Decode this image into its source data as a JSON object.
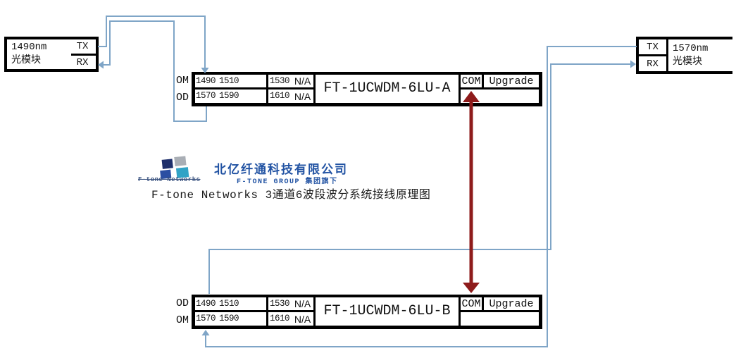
{
  "caption": "F-tone Networks 3通道6波段波分系统接线原理图",
  "logo": {
    "company": "北亿纤通科技有限公司",
    "group_line": "F-TONE GROUP 集团旗下",
    "brand": "F-tone Networks"
  },
  "modules": {
    "left": {
      "wavelength": "1490nm",
      "type": "光模块",
      "tx": "TX",
      "rx": "RX"
    },
    "right": {
      "wavelength": "1570nm",
      "type": "光模块",
      "tx": "TX",
      "rx": "RX"
    }
  },
  "devices": [
    {
      "name": "FT-1UCWDM-6LU-A",
      "row_labels": [
        "OM",
        "OD"
      ],
      "row1": [
        "1490",
        "1510",
        "",
        "1530",
        "N/A"
      ],
      "row2": [
        "1570",
        "1590",
        "",
        "1610",
        "N/A"
      ],
      "com": "COM",
      "upgrade": "Upgrade"
    },
    {
      "name": "FT-1UCWDM-6LU-B",
      "row_labels": [
        "OD",
        "OM"
      ],
      "row1": [
        "1490",
        "1510",
        "",
        "1530",
        "N/A"
      ],
      "row2": [
        "1570",
        "1590",
        "",
        "1610",
        "N/A"
      ],
      "com": "COM",
      "upgrade": "Upgrade"
    }
  ],
  "colors": {
    "fiber_line": "#7FA5C7",
    "com_link": "#8E1B1B",
    "box_border": "#000000",
    "logo_text_blue": "#2253A3",
    "logo_navy": "#1E2F6B",
    "logo_gray": "#A9AEB5",
    "logo_blue": "#2B4FA2",
    "logo_teal": "#31A3C6"
  }
}
